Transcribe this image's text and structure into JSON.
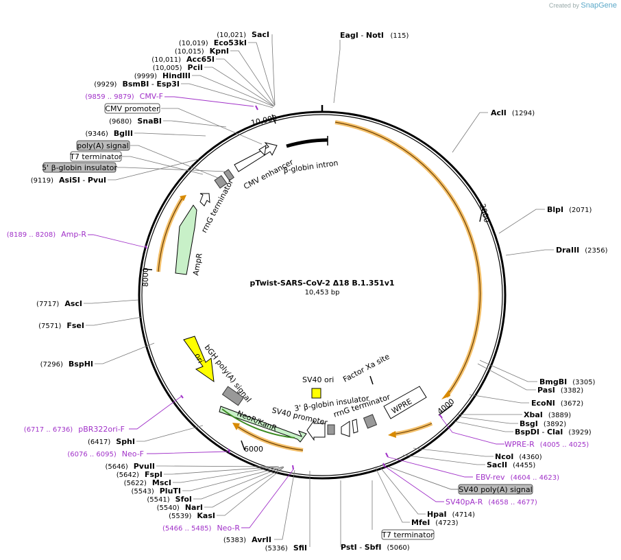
{
  "credit": {
    "prefix": "Created by",
    "brand": "SnapGene"
  },
  "plasmid": {
    "name": "pTwist-SARS-CoV-2 Δ18 B.1.351v1",
    "size_label": "10,453 bp",
    "length": 10453
  },
  "ring_ticks": [
    {
      "value": 2000,
      "label": "2000"
    },
    {
      "value": 4000,
      "label": "4000"
    },
    {
      "value": 6000,
      "label": "6000"
    },
    {
      "value": 8000,
      "label": "8000"
    },
    {
      "value": 10000,
      "label": "10,000"
    }
  ],
  "enzymes_right": [
    {
      "name": "EagI",
      "name2": "NotI",
      "pos": "(115)"
    },
    {
      "name": "AclI",
      "pos": "(1294)"
    },
    {
      "name": "BlpI",
      "pos": "(2071)"
    },
    {
      "name": "DraIII",
      "pos": "(2356)"
    },
    {
      "name": "BmgBI",
      "pos": "(3305)"
    },
    {
      "name": "PasI",
      "pos": "(3382)"
    },
    {
      "name": "EcoNI",
      "pos": "(3672)"
    },
    {
      "name": "XbaI",
      "pos": "(3889)"
    },
    {
      "name": "BsgI",
      "pos": "(3892)"
    },
    {
      "name": "BspDI",
      "name2": "ClaI",
      "pos": "(3929)"
    },
    {
      "name": "NcoI",
      "pos": "(4360)"
    },
    {
      "name": "SacII",
      "pos": "(4455)"
    },
    {
      "name": "HpaI",
      "pos": "(4714)"
    },
    {
      "name": "MfeI",
      "pos": "(4723)"
    },
    {
      "name": "PstI",
      "name2": "SbfI",
      "pos": "(5060)"
    }
  ],
  "enzymes_left": [
    {
      "name": "SacI",
      "pos": "(10,021)"
    },
    {
      "name": "Eco53kI",
      "pos": "(10,019)"
    },
    {
      "name": "KpnI",
      "pos": "(10,015)"
    },
    {
      "name": "Acc65I",
      "pos": "(10,011)"
    },
    {
      "name": "PciI",
      "pos": "(10,005)"
    },
    {
      "name": "HindIII",
      "pos": "(9999)"
    },
    {
      "name": "BsmBI",
      "name2": "Esp3I",
      "pos": "(9929)"
    },
    {
      "name": "SnaBI",
      "pos": "(9680)"
    },
    {
      "name": "BglII",
      "pos": "(9346)"
    },
    {
      "name": "AsiSI",
      "name2": "PvuI",
      "pos": "(9119)"
    },
    {
      "name": "AscI",
      "pos": "(7717)"
    },
    {
      "name": "FseI",
      "pos": "(7571)"
    },
    {
      "name": "BspHI",
      "pos": "(7296)"
    },
    {
      "name": "SphI",
      "pos": "(6417)"
    },
    {
      "name": "PvuII",
      "pos": "(5646)"
    },
    {
      "name": "FspI",
      "pos": "(5642)"
    },
    {
      "name": "MscI",
      "pos": "(5622)"
    },
    {
      "name": "PluTI",
      "pos": "(5543)"
    },
    {
      "name": "SfoI",
      "pos": "(5541)"
    },
    {
      "name": "NarI",
      "pos": "(5540)"
    },
    {
      "name": "KasI",
      "pos": "(5539)"
    },
    {
      "name": "AvrII",
      "pos": "(5383)"
    },
    {
      "name": "SfiI",
      "pos": "(5336)"
    }
  ],
  "primers": [
    {
      "name": "CMV-F",
      "range": "(9859 .. 9879)"
    },
    {
      "name": "Amp-R",
      "range": "(8189 .. 8208)"
    },
    {
      "name": "pBR322ori-F",
      "range": "(6717 .. 6736)"
    },
    {
      "name": "Neo-F",
      "range": "(6076 .. 6095)"
    },
    {
      "name": "Neo-R",
      "range": "(5466 .. 5485)"
    },
    {
      "name": "WPRE-R",
      "range": "(4005 .. 4025)"
    },
    {
      "name": "EBV-rev",
      "range": "(4604 .. 4623)"
    },
    {
      "name": "SV40pA-R",
      "range": "(4658 .. 4677)"
    }
  ],
  "boxed_labels": {
    "cmv_promoter": "CMV promoter",
    "polya_signal": "poly(A) signal",
    "t7_terminator_left": "T7 terminator",
    "beta_globin_insulator_5": "5' β-globin insulator",
    "sv40_polya_signal": "SV40 poly(A) signal",
    "t7_terminator_bottom": "T7 terminator"
  },
  "features": {
    "cmv_enhancer": "CMV enhancer",
    "beta_globin_intron": "β-globin intron",
    "rrng_terminator_left": "rrnG terminator",
    "ampr": "AmpR",
    "ori": "ori",
    "bgh_polya": "bGH poly(A) signal",
    "sv40_ori": "SV40 ori",
    "factor_xa": "Factor Xa site",
    "beta_globin_insulator_3": "3' β-globin insulator",
    "rrng_terminator_right": "rrnG terminator",
    "wpre": "WPRE",
    "sv40_promoter": "SV40 promoter",
    "neokanr": "NeoR/KanR"
  },
  "colors": {
    "primer": "#a030c8",
    "orf_fill": "#f4c06a",
    "orf_arrow": "#d88a00",
    "marker": "#c8f0c8",
    "ori": "#ffff00"
  }
}
